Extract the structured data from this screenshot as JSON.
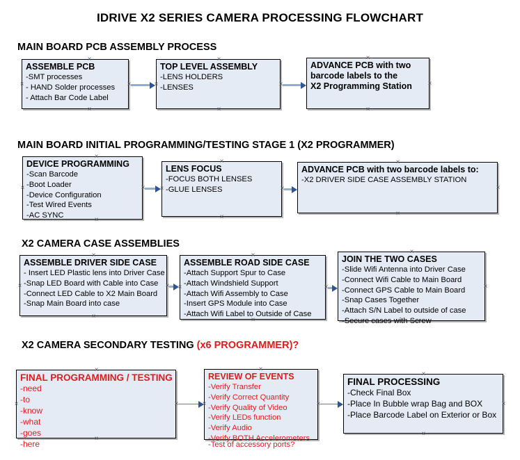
{
  "title": "IDRIVE X2  SERIES CAMERA PROCESSING FLOWCHART",
  "sections": [
    {
      "heading": "MAIN BOARD PCB ASSEMBLY PROCESS",
      "heading_accent": "",
      "nodes": [
        {
          "title": "ASSEMBLE PCB",
          "lines": [
            "-SMT processes",
            "- HAND Solder processes",
            "- Attach Bar Code Label"
          ]
        },
        {
          "title": "TOP LEVEL ASSEMBLY",
          "lines": [
            "-LENS HOLDERS",
            "-LENSES"
          ]
        },
        {
          "title": "ADVANCE PCB with two",
          "lines": [
            "barcode labels to the",
            " X2 Programming Station"
          ]
        }
      ]
    },
    {
      "heading": "MAIN BOARD INITIAL PROGRAMMING/TESTING STAGE 1 (X2 PROGRAMMER)",
      "heading_accent": "",
      "nodes": [
        {
          "title": "DEVICE PROGRAMMING",
          "lines": [
            "-Scan Barcode",
            "-Boot Loader",
            "-Device Configuration",
            "-Test Wired Events",
            "-AC SYNC"
          ]
        },
        {
          "title": "LENS FOCUS",
          "lines": [
            "-FOCUS BOTH LENSES",
            "-GLUE LENSES"
          ]
        },
        {
          "title": "ADVANCE PCB with two barcode labels to:",
          "lines": [
            "-X2 DRIVER  SIDE  CASE  ASSEMBLY STATION"
          ]
        }
      ]
    },
    {
      "heading": "X2 CAMERA CASE ASSEMBLIES",
      "heading_accent": "",
      "nodes": [
        {
          "title": "ASSEMBLE DRIVER SIDE CASE",
          "lines": [
            "- Insert LED Plastic lens into Driver Case",
            "-Snap LED Board with Cable into Case",
            "-Connect LED Cable to X2 Main Board",
            "-Snap Main Board into case"
          ]
        },
        {
          "title": "ASSEMBLE ROAD SIDE CASE",
          "lines": [
            "-Attach Support Spur to Case",
            "-Attach Windshield Support",
            "-Attach Wifi Assembly to Case",
            "-Insert GPS Module into Case",
            "-Attach Wifi Label to Outside of Case"
          ]
        },
        {
          "title": "JOIN THE TWO CASES",
          "lines": [
            "-Slide Wifi Antenna into Driver Case",
            "-Connect Wifi Cable to Main Board",
            "-Connect GPS Cable to Main Board",
            "-Snap Cases Together",
            "-Attach S/N Label to outside of case",
            "-Secure cases with Screw"
          ]
        }
      ]
    },
    {
      "heading": "X2 CAMERA SECONDARY TESTING ",
      "heading_accent": "(x6 PROGRAMMER)?",
      "nodes": [
        {
          "title": "FINAL PROGRAMMING / TESTING",
          "lines": [
            "-need",
            "-to",
            "-know",
            "-what",
            "-goes",
            "-here"
          ]
        },
        {
          "title": "REVIEW OF EVENTS",
          "lines": [
            "-Verify Transfer",
            "-Verify Correct Quantity",
            "-Verify Quality of Video",
            "-Verify LEDs function",
            "-Verify Audio",
            "-Verify BOTH Accelerometers"
          ],
          "overflow": "-Test of accessory ports?"
        },
        {
          "title": "FINAL PROCESSING",
          "lines": [
            " -Check Final Box",
            "-Place In Bubble wrap Bag and BOX",
            "-Place Barcode Label on Exterior or Box"
          ]
        }
      ]
    }
  ],
  "colors": {
    "node_fill": "#e4ebf5",
    "node_border": "#000000",
    "accent_red": "#e01b1b",
    "arrow_line": "#93aec8",
    "arrow_head": "#2f5597"
  }
}
